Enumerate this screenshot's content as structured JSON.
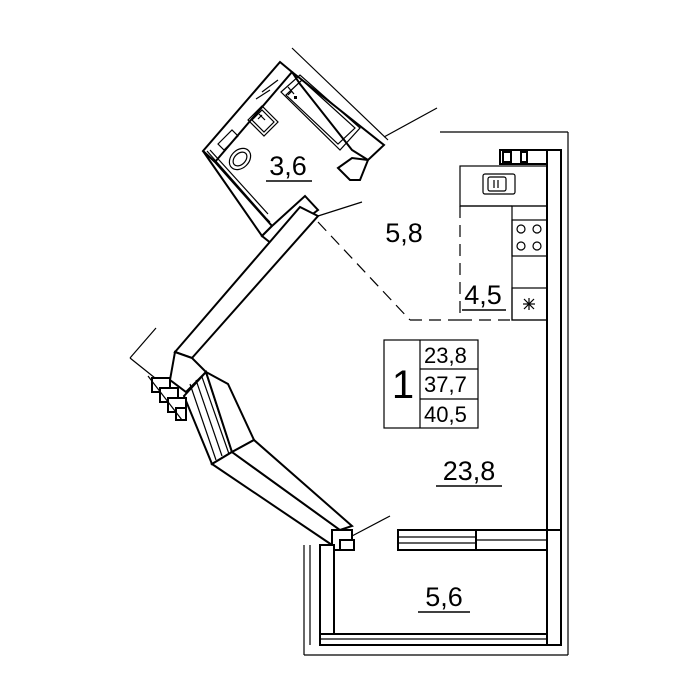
{
  "plan": {
    "rooms": [
      {
        "id": "bathroom",
        "label": "3,6"
      },
      {
        "id": "hallway",
        "label": "5,8"
      },
      {
        "id": "kitchen",
        "label": "4,5"
      },
      {
        "id": "living",
        "label": "23,8"
      },
      {
        "id": "loggia",
        "label": "5,6"
      }
    ],
    "summary": {
      "rooms_count": "1",
      "living_area": "23,8",
      "total_area": "37,7",
      "total_with_loggia": "40,5"
    }
  }
}
